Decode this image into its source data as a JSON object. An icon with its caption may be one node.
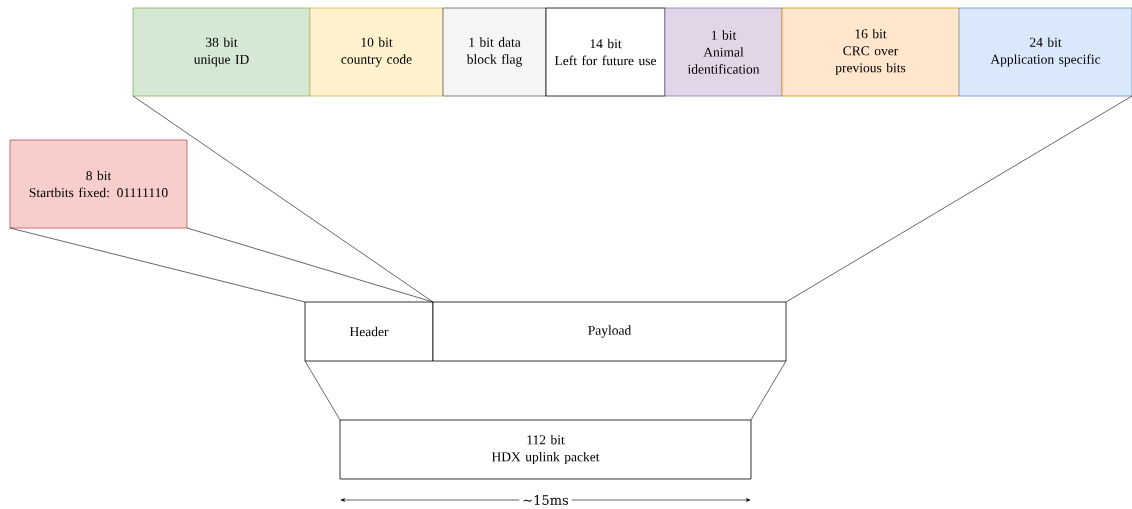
{
  "diagram": {
    "nodes": [
      {
        "text": [
          "38 bit",
          "unique ID"
        ]
      },
      {
        "text": [
          "10 bit",
          "country code"
        ]
      },
      {
        "text": [
          "1 bit data block flag"
        ]
      },
      {
        "text": [
          "14 bit",
          "Left for future use"
        ]
      },
      {
        "text": [
          "1 bit",
          "Animal identification"
        ]
      },
      {
        "text": [
          "16 bit",
          "CRC over previous bits"
        ]
      },
      {
        "text": [
          "24 bit",
          "Application specific"
        ]
      },
      {
        "text": [
          "8 bit",
          "Startbits fixed: 01111110"
        ]
      },
      {
        "text": [
          "Header"
        ]
      },
      {
        "text": [
          "Payload"
        ]
      },
      {
        "text": [
          "112 bit",
          "HDX uplink packet"
        ]
      }
    ],
    "edges": [
      {
        "from": 0,
        "to": 9,
        "arrow": "none"
      },
      {
        "from": 6,
        "to": 9,
        "arrow": "none"
      },
      {
        "from": 7,
        "to": 8,
        "arrow": "none"
      },
      {
        "from": 7,
        "to": 8,
        "arrow": "none"
      },
      {
        "from": 8,
        "to": 10,
        "arrow": "none"
      },
      {
        "from": 9,
        "to": 10,
        "arrow": "none"
      }
    ],
    "labels": [
      "∼15ms"
    ]
  }
}
